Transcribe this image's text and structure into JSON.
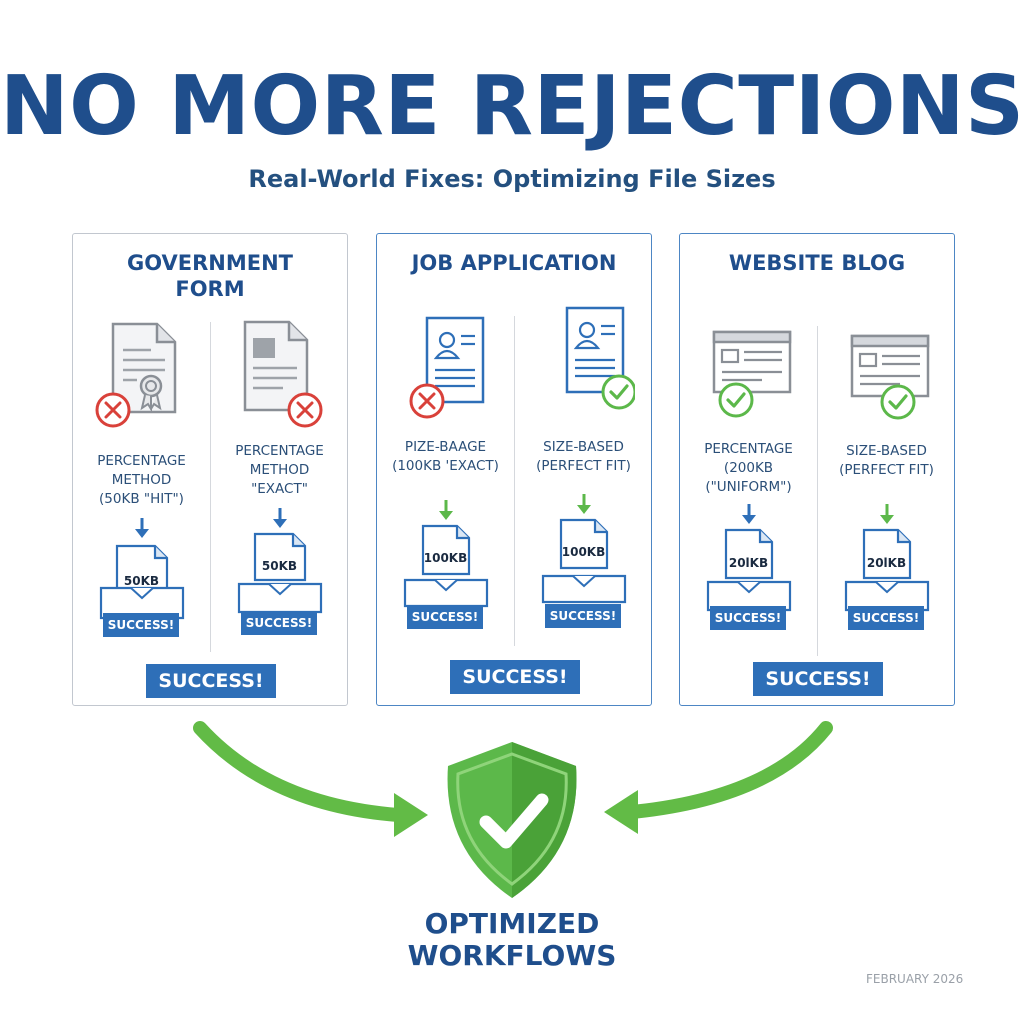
{
  "title": "NO MORE REJECTIONS",
  "subtitle": "Real-World Fixes: Optimizing File Sizes",
  "panels": [
    {
      "title_lines": [
        "GOVERNMENT",
        "FORM"
      ],
      "left": {
        "doc_icon": "certificate-document-icon",
        "status": "rejected",
        "label_lines": [
          "PERCENTAGE",
          "METHOD",
          "(50KB \"HIT\")"
        ],
        "size": "50KB",
        "success": "SUCCESS!"
      },
      "right": {
        "doc_icon": "image-document-icon",
        "status": "rejected",
        "label_lines": [
          "PERCENTAGE",
          "METHOD",
          "\"EXACT\""
        ],
        "size": "50KB",
        "success": "SUCCESS!"
      },
      "success": "SUCCESS!"
    },
    {
      "title_lines": [
        "JOB APPLICATION"
      ],
      "left": {
        "doc_icon": "resume-document-icon",
        "status": "rejected",
        "label_lines": [
          "PIZE-BAAGE",
          "(100KB 'EXACT)"
        ],
        "size": "100KB",
        "success": "SUCCESS!"
      },
      "right": {
        "doc_icon": "resume-document-icon",
        "status": "approved",
        "label_lines": [
          "SIZE-BASED",
          "(PERFECT FIT)"
        ],
        "size": "100KB",
        "success": "SUCCESS!"
      },
      "success": "SUCCESS!"
    },
    {
      "title_lines": [
        "WEBSITE BLOG"
      ],
      "left": {
        "doc_icon": "browser-window-icon",
        "status": "approved",
        "label_lines": [
          "PERCENTAGE",
          "(200KB",
          "(\"UNIFORM\")"
        ],
        "size": "20lKB",
        "success": "SUCCESS!"
      },
      "right": {
        "doc_icon": "browser-window-icon",
        "status": "approved",
        "label_lines": [
          "SIZE-BASED",
          "(PERFECT FIT)"
        ],
        "size": "20lKB",
        "success": "SUCCESS!"
      },
      "success": "SUCCESS!"
    }
  ],
  "outcome_lines": [
    "OPTIMIZED",
    "WORKFLOWS"
  ],
  "date": "FEBRUARY 2026",
  "colors": {
    "primary_blue": "#1f4e8c",
    "button_blue": "#2e6fb8",
    "reject_red": "#d9413a",
    "approve_green": "#5cb84a",
    "panel_border_blue": "#4d86c4",
    "panel_border_gray": "#c2c7cf"
  },
  "icons": [
    "x-circle-icon",
    "check-circle-icon",
    "down-arrow-icon",
    "upload-tray-icon",
    "shield-check-icon",
    "curved-arrow-icon"
  ]
}
